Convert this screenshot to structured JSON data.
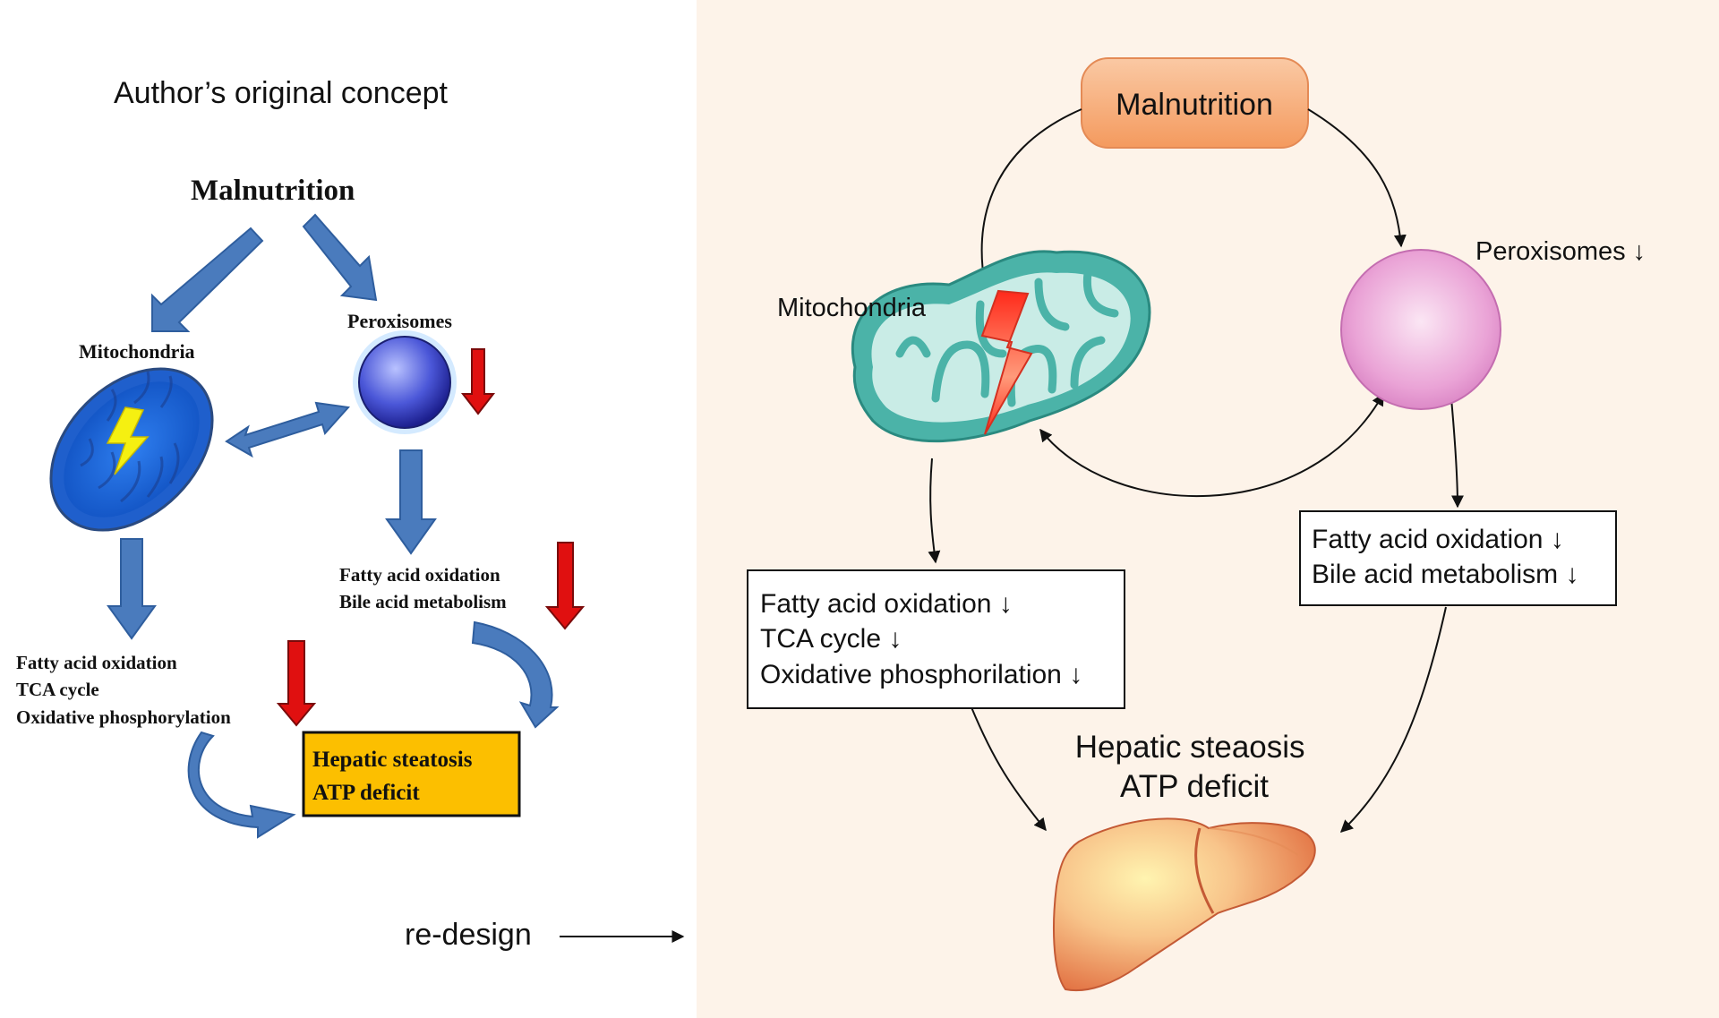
{
  "left_panel": {
    "heading": "Author’s original concept",
    "malnutrition": "Malnutrition",
    "mitochondria": "Mitochondria",
    "peroxisomes": "Peroxisomes",
    "perox_effects": [
      "Fatty acid oxidation",
      "Bile acid metabolism"
    ],
    "mito_effects": [
      "Fatty acid oxidation",
      "TCA cycle",
      "Oxidative phosphorylation"
    ],
    "outcome": [
      "Hepatic steatosis",
      "ATP deficit"
    ]
  },
  "redesign_label": "re-design",
  "right_panel": {
    "malnutrition": "Malnutrition",
    "mitochondria": "Mitochondria",
    "peroxisomes": "Peroxisomes ↓",
    "perox_effects": [
      "Fatty acid oxidation ↓",
      "Bile acid metabolism ↓"
    ],
    "mito_effects": [
      "Fatty acid oxidation ↓",
      "TCA cycle ↓",
      "Oxidative phosphorilation ↓"
    ],
    "outcome": [
      "Hepatic steaosis",
      "ATP deficit"
    ]
  },
  "colors": {
    "right_background": "#fdf3e9",
    "blue_arrow": "#4a7bbd",
    "red_arrow": "#e01010",
    "outcome_box": "#fcbf00",
    "malnutrition_box": "#f7b07d",
    "mito_teal": "#4bb3a8",
    "peroxisome_pink": "#e89ad0",
    "liver_orange": "#f08e55"
  }
}
